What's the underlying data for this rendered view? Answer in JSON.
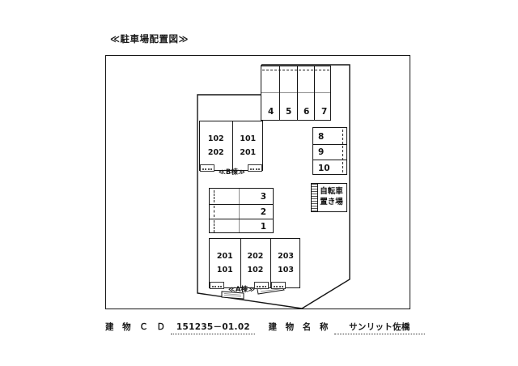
{
  "plan": {
    "title": "≪駐車場配置図≫"
  },
  "parking_top": {
    "name": "top-parking-row",
    "stalls": [
      "4",
      "5",
      "6",
      "7"
    ]
  },
  "parking_middle": {
    "name": "middle-parking-row",
    "stalls": [
      "3",
      "2",
      "1"
    ]
  },
  "parking_right": {
    "name": "right-parking-column",
    "stalls": [
      "8",
      "9",
      "10"
    ]
  },
  "bicycle_parking": {
    "line1": "自転車",
    "line2": "置き場"
  },
  "building_b": {
    "tag": "≪B棟≫",
    "columns": [
      {
        "upper": "102",
        "lower": "202"
      },
      {
        "upper": "101",
        "lower": "201"
      }
    ]
  },
  "building_a": {
    "tag": "≪A棟≫",
    "columns": [
      {
        "upper": "201",
        "lower": "101"
      },
      {
        "upper": "202",
        "lower": "102"
      },
      {
        "upper": "203",
        "lower": "103"
      }
    ]
  },
  "footer": {
    "building_code_label": "建 物 Ｃ Ｄ",
    "building_code_value": "151235－01.02",
    "building_name_label": "建 物 名 称",
    "building_name_value": "サンリット佐橋"
  },
  "colors": {
    "ink": "#161616",
    "paper": "#ffffff",
    "rule_gray": "#8d8d8d"
  }
}
